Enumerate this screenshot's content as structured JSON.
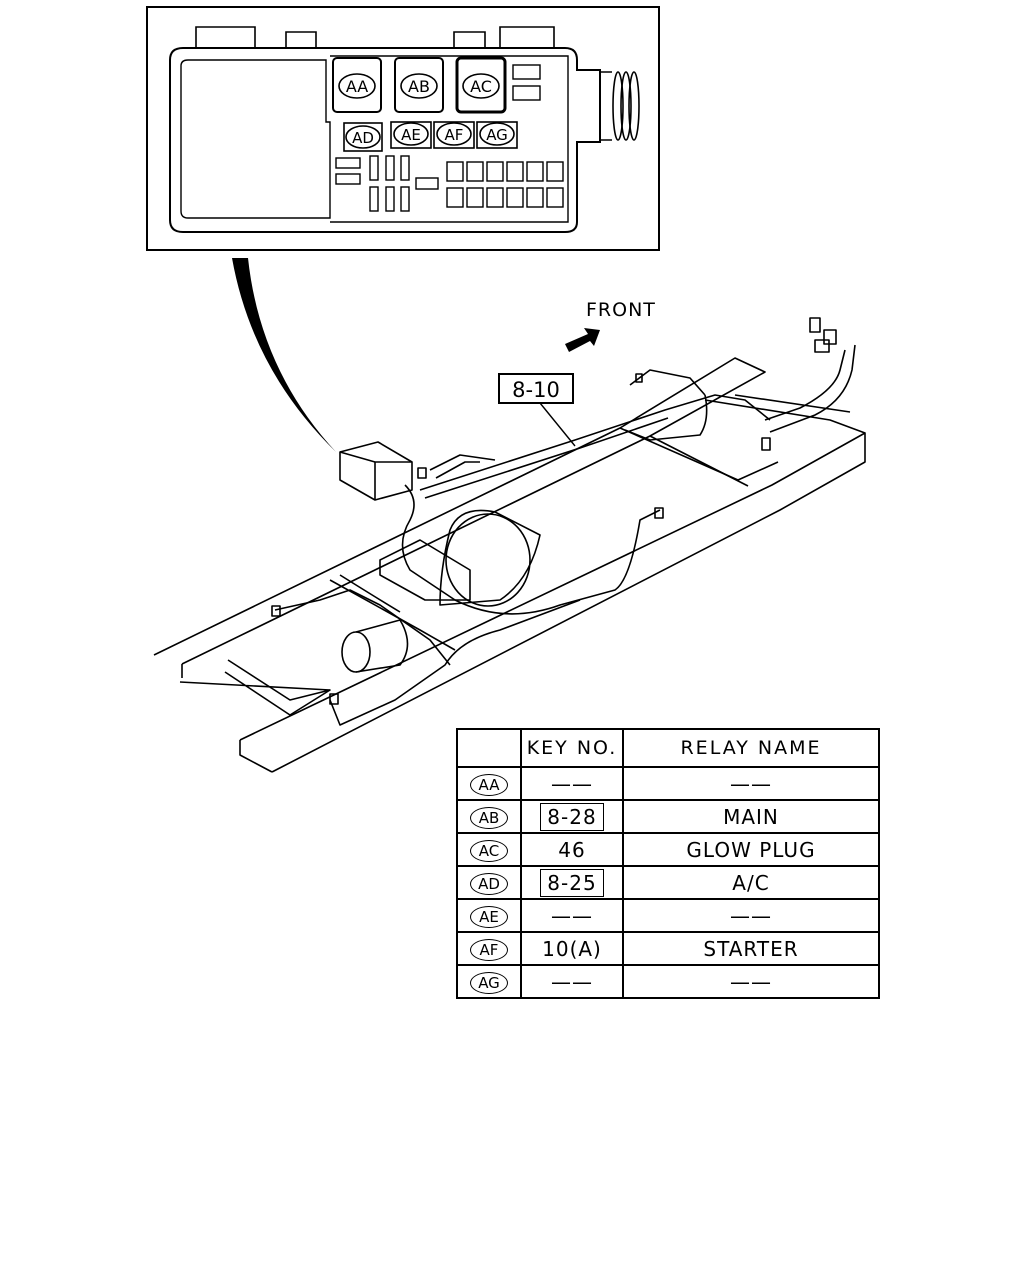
{
  "inset": {
    "relays_large": [
      "AA",
      "AB",
      "AC"
    ],
    "relays_small": [
      "AD",
      "AE",
      "AF",
      "AG"
    ]
  },
  "labels": {
    "front": "FRONT",
    "ref_box": "8-10"
  },
  "table": {
    "headers": [
      "",
      "KEY NO.",
      "RELAY NAME"
    ],
    "rows": [
      {
        "code": "AA",
        "key": "——",
        "key_boxed": false,
        "name": "——"
      },
      {
        "code": "AB",
        "key": "8-28",
        "key_boxed": true,
        "name": "MAIN"
      },
      {
        "code": "AC",
        "key": "46",
        "key_boxed": false,
        "name": "GLOW PLUG"
      },
      {
        "code": "AD",
        "key": "8-25",
        "key_boxed": true,
        "name": "A/C"
      },
      {
        "code": "AE",
        "key": "——",
        "key_boxed": false,
        "name": "——"
      },
      {
        "code": "AF",
        "key": "10(A)",
        "key_boxed": false,
        "name": "STARTER"
      },
      {
        "code": "AG",
        "key": "——",
        "key_boxed": false,
        "name": "——"
      }
    ]
  }
}
